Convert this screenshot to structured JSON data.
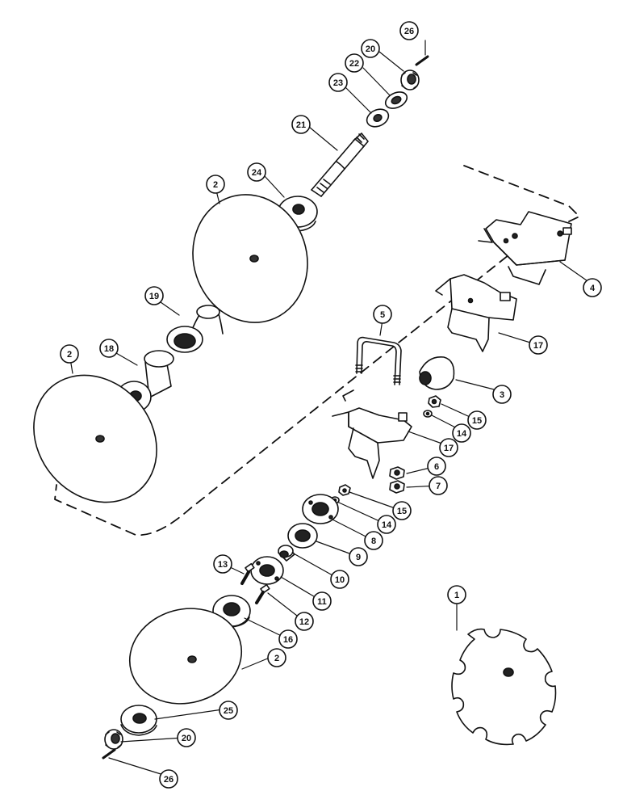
{
  "callouts": [
    {
      "id": "c1",
      "label": "1"
    },
    {
      "id": "c2a",
      "label": "2"
    },
    {
      "id": "c2b",
      "label": "2"
    },
    {
      "id": "c2c",
      "label": "2"
    },
    {
      "id": "c3",
      "label": "3"
    },
    {
      "id": "c4",
      "label": "4"
    },
    {
      "id": "c5",
      "label": "5"
    },
    {
      "id": "c6",
      "label": "6"
    },
    {
      "id": "c7",
      "label": "7"
    },
    {
      "id": "c8",
      "label": "8"
    },
    {
      "id": "c9",
      "label": "9"
    },
    {
      "id": "c10",
      "label": "10"
    },
    {
      "id": "c11",
      "label": "11"
    },
    {
      "id": "c12",
      "label": "12"
    },
    {
      "id": "c13",
      "label": "13"
    },
    {
      "id": "c14a",
      "label": "14"
    },
    {
      "id": "c14b",
      "label": "14"
    },
    {
      "id": "c15a",
      "label": "15"
    },
    {
      "id": "c15b",
      "label": "15"
    },
    {
      "id": "c16",
      "label": "16"
    },
    {
      "id": "c17a",
      "label": "17"
    },
    {
      "id": "c17b",
      "label": "17"
    },
    {
      "id": "c18",
      "label": "18"
    },
    {
      "id": "c19",
      "label": "19"
    },
    {
      "id": "c20a",
      "label": "20"
    },
    {
      "id": "c20b",
      "label": "20"
    },
    {
      "id": "c21",
      "label": "21"
    },
    {
      "id": "c22",
      "label": "22"
    },
    {
      "id": "c23",
      "label": "23"
    },
    {
      "id": "c24",
      "label": "24"
    },
    {
      "id": "c25",
      "label": "25"
    },
    {
      "id": "c26a",
      "label": "26"
    },
    {
      "id": "c26b",
      "label": "26"
    }
  ]
}
